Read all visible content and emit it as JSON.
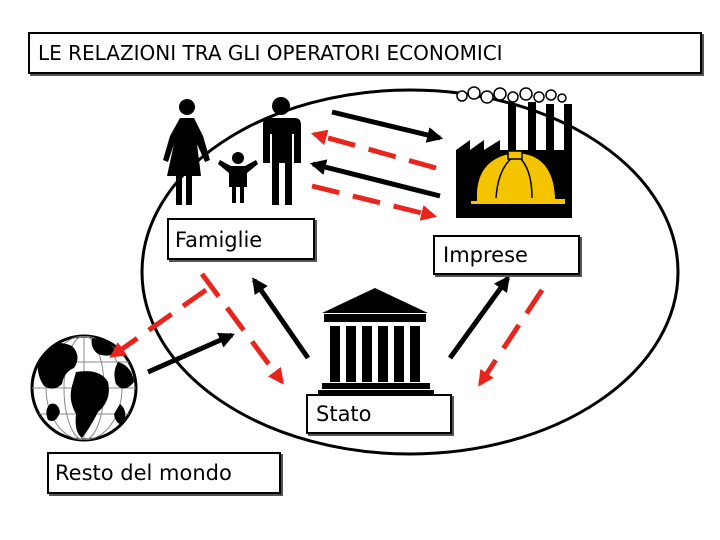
{
  "title": "LE RELAZIONI TRA GLI OPERATORI ECONOMICI",
  "nodes": {
    "famiglie": "Famiglie",
    "imprese": "Imprese",
    "stato": "Stato",
    "resto_del_mondo": "Resto del mondo"
  },
  "colors": {
    "real_flow": "#000000",
    "monetary_flow": "#e8251c",
    "helmet": "#f5c400",
    "background": "#ffffff"
  },
  "icons": [
    "family-icon",
    "factory-icon",
    "helmet-icon",
    "government-building-icon",
    "globe-icon"
  ]
}
